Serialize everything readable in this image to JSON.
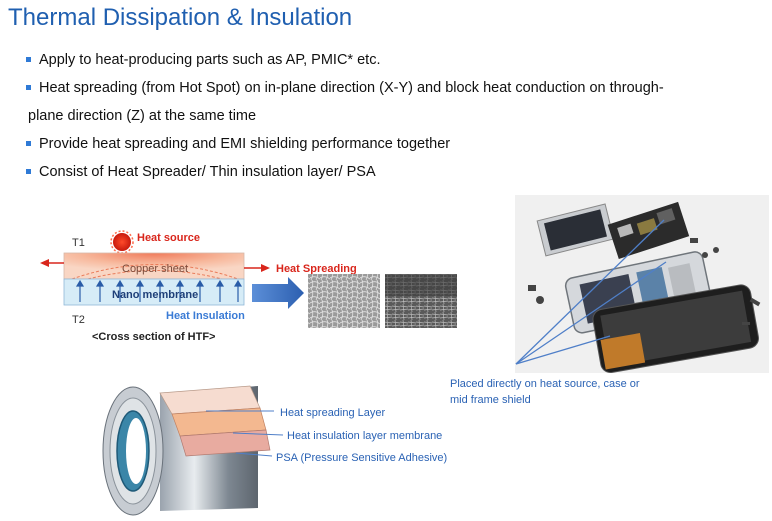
{
  "title": "Thermal Dissipation & Insulation",
  "bullets": [
    "Apply to heat-producing  parts such as AP, PMIC* etc.",
    "Heat spreading  (from Hot Spot) on in-plane  direction  (X-Y) and block heat conduction on through-",
    "plane direction  (Z) at the same time",
    "Provide heat spreading  and EMI shielding  performance together",
    "Consist  of Heat Spreader/  Thin insulation  layer/ PSA"
  ],
  "cross_section": {
    "t1": "T1",
    "t2": "T2",
    "heat_source": "Heat source",
    "copper_sheet": "Copper sheet",
    "heat_spreading": "Heat Spreading",
    "nano_membrane": "Nano membrane",
    "heat_insulation": "Heat Insulation",
    "caption": "<Cross section of HTF>"
  },
  "roll_labels": {
    "layer1": "Heat spreading  Layer",
    "layer2": "Heat insulation layer membrane",
    "layer3": "PSA (Pressure Sensitive Adhesive)"
  },
  "photo_note": "Placed directly on heat source, case or mid frame shield",
  "colors": {
    "title": "#1f5fb0",
    "bullet_marker": "#2f7ad6",
    "red_label": "#d9261c",
    "blue_label": "#3a7bd5",
    "copper": "#f6c9b0",
    "membrane": "#d6ecf7",
    "leader_line": "#4f7fc8"
  }
}
